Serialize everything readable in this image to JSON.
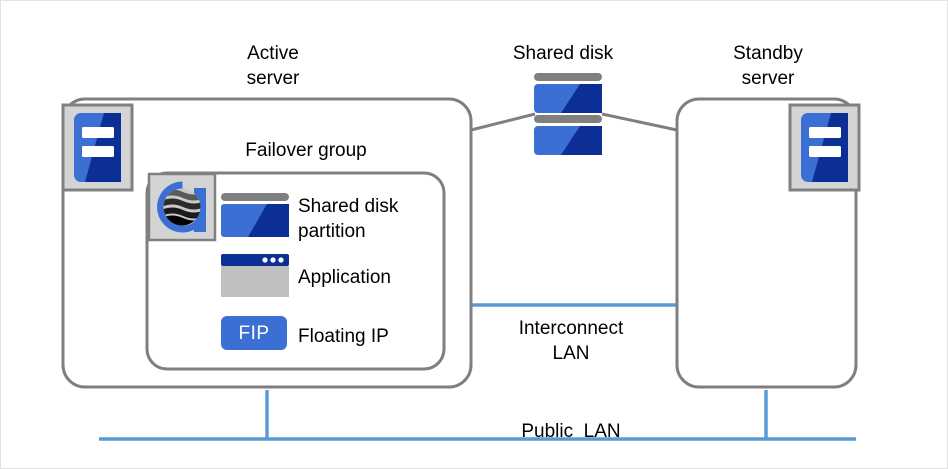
{
  "diagram": {
    "title_labels": {
      "active_server": "Active\nserver",
      "shared_disk": "Shared disk",
      "standby_server": "Standby\nserver",
      "failover_group": "Failover group",
      "interconnect_lan": "Interconnect\nLAN",
      "public_lan": "Public  LAN"
    },
    "resources": [
      {
        "icon": "shared-disk-partition-icon",
        "label": "Shared disk\npartition"
      },
      {
        "icon": "application-window-icon",
        "label": "Application"
      },
      {
        "icon": "floating-ip-badge-icon",
        "label": "Floating IP",
        "badge_text": "FIP"
      }
    ],
    "icons": {
      "cluster_logo": "clusterpro-g-globe-icon",
      "active_server_unit": "server-unit-icon",
      "standby_server_unit": "server-unit-icon",
      "shared_disk_stack": "disk-stack-icon"
    },
    "colors": {
      "box_border": "#7f7f7f",
      "lan_line": "#5b9bd5",
      "disk_blue_light": "#3b6fd4",
      "disk_blue_dark": "#0c2f96",
      "disk_cap_gray": "#808080",
      "icon_frame_fill": "#d4d4d4",
      "icon_frame_border": "#808080",
      "app_titlebar": "#0c2f96",
      "app_body": "#c0c0c0",
      "fip_blue": "#3b6fd4",
      "text": "#000000",
      "background": "#ffffff",
      "outer_border": "#e2e2e2"
    }
  }
}
